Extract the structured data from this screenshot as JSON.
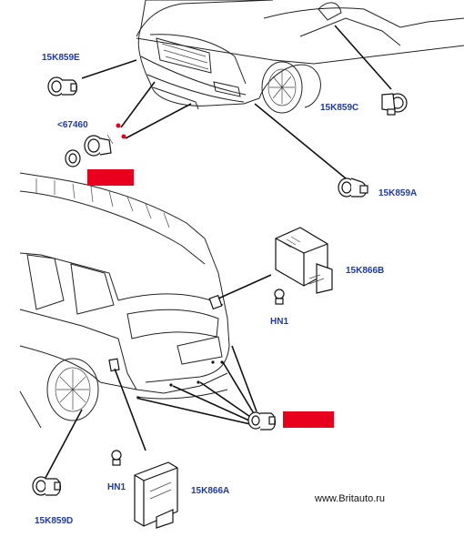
{
  "labels": {
    "part_15K859E": "15K859E",
    "part_67460": "<67460",
    "part_15K859C": "15K859C",
    "part_15K859A": "15K859A",
    "part_15K866B": "15K866B",
    "part_HN1_upper": "HN1",
    "part_HN1_lower": "HN1",
    "part_15K866A": "15K866A",
    "part_15K859D": "15K859D"
  },
  "watermark": "www.Britauto.ru",
  "colors": {
    "label_blue": "#1f3aa6",
    "redaction_red": "#e8001c",
    "line_black": "#111111"
  }
}
